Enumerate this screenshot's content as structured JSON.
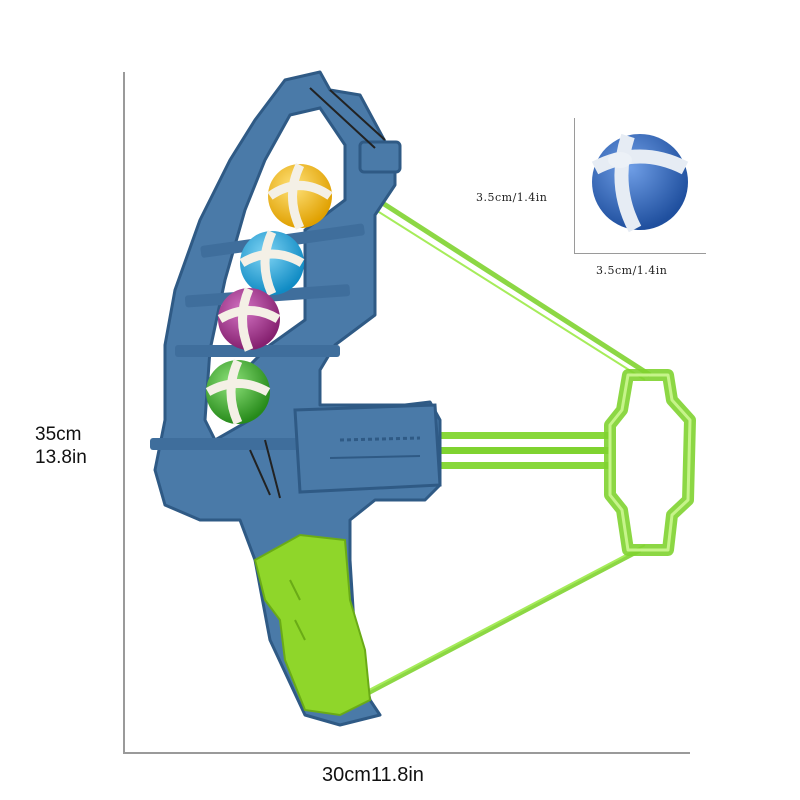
{
  "dimensions": {
    "height_cm": "35cm",
    "height_in": "13.8in",
    "width_label": "30cm11.8in",
    "ball_height": "3.5cm/1.4in",
    "ball_width": "3.5cm/1.4in"
  },
  "colors": {
    "bow_body": "#4a7aa8",
    "bow_dark": "#2f5a85",
    "grip_green": "#8fd62a",
    "string_green": "#7fd330",
    "line_gray": "#9a9a9a"
  },
  "balls": [
    {
      "color": "#f2b81e",
      "name": "yellow"
    },
    {
      "color": "#22a6d8",
      "name": "blue"
    },
    {
      "color": "#a0348f",
      "name": "purple"
    },
    {
      "color": "#3ca62a",
      "name": "green"
    }
  ],
  "sample_ball_color": "#2f63b8"
}
